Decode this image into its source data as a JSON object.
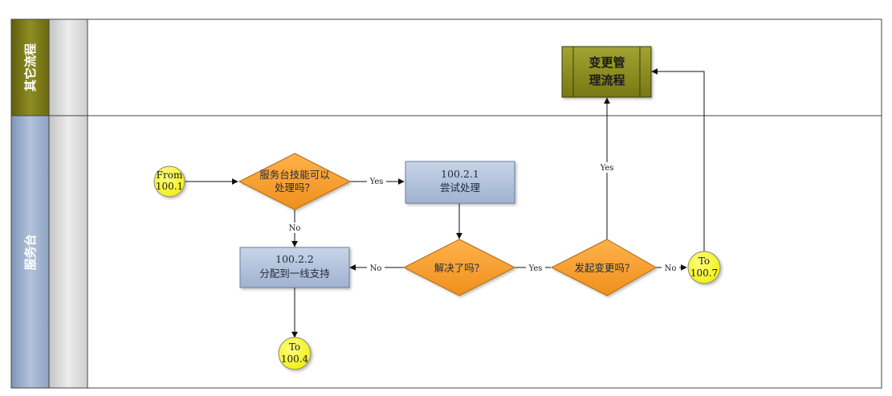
{
  "lanes": [
    {
      "id": "other",
      "title": "其它流程"
    },
    {
      "id": "servicedesk",
      "title": "服务台"
    }
  ],
  "nodes": {
    "from": {
      "line1": "From",
      "line2": "100.1"
    },
    "decision_can_handle": {
      "line1": "服务台技能可以",
      "line2": "处理吗？"
    },
    "task_try": {
      "line1": "100.2.1",
      "line2": "尝试处理"
    },
    "task_assign": {
      "line1": "100.2.2",
      "line2": "分配到一线支持"
    },
    "decision_solved": {
      "line1": "解决了吗？"
    },
    "decision_change": {
      "line1": "发起变更吗？"
    },
    "sub_change": {
      "line1": "变更管",
      "line2": "理流程"
    },
    "to_1004": {
      "line1": "To",
      "line2": "100.4"
    },
    "to_1007": {
      "line1": "To",
      "line2": "100.7"
    }
  },
  "edges": {
    "can_handle_yes": "Yes",
    "can_handle_no": "No",
    "solved_no": "No",
    "solved_yes": "Yes",
    "change_yes": "Yes",
    "change_no": "No"
  },
  "colors": {
    "lane_header_other": "#7b7a14",
    "lane_header_desk": "#94a9c9",
    "lane_inner": "#d6d6d6",
    "diamond_fill": "#f5a030",
    "task_fill": "#b7c6de",
    "circle_fill": "#ffff33",
    "subprocess_fill": "#8e8f1e"
  }
}
